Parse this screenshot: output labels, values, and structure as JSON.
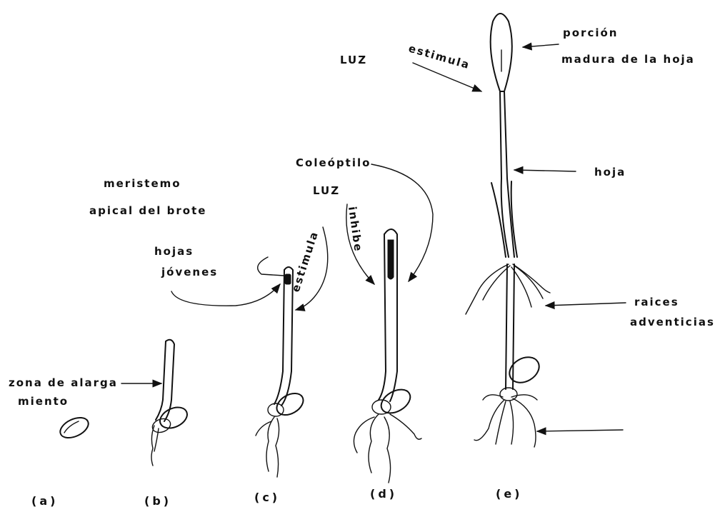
{
  "colors": {
    "ink": "#111111",
    "background": "#ffffff"
  },
  "labels": {
    "zona_line1": "zona de alarga",
    "zona_line2": "miento",
    "meristemo_line1": "meristemo",
    "meristemo_line2": "apical del brote",
    "hojas_line1": "hojas",
    "hojas_line2": "jóvenes",
    "estimula_c": "estimula",
    "coleoptilo": "Coleóptilo",
    "luz_d": "LUZ",
    "inhibe": "inhibe",
    "luz_e": "LUZ",
    "estimula_e": "estimula",
    "porcion_line1": "porción",
    "porcion_line2": "madura de la hoja",
    "hoja": "hoja",
    "raices_line1": "raices",
    "raices_line2": "adventicias"
  },
  "stages": [
    "(a)",
    "(b)",
    "(c)",
    "(d)",
    "(e)"
  ]
}
